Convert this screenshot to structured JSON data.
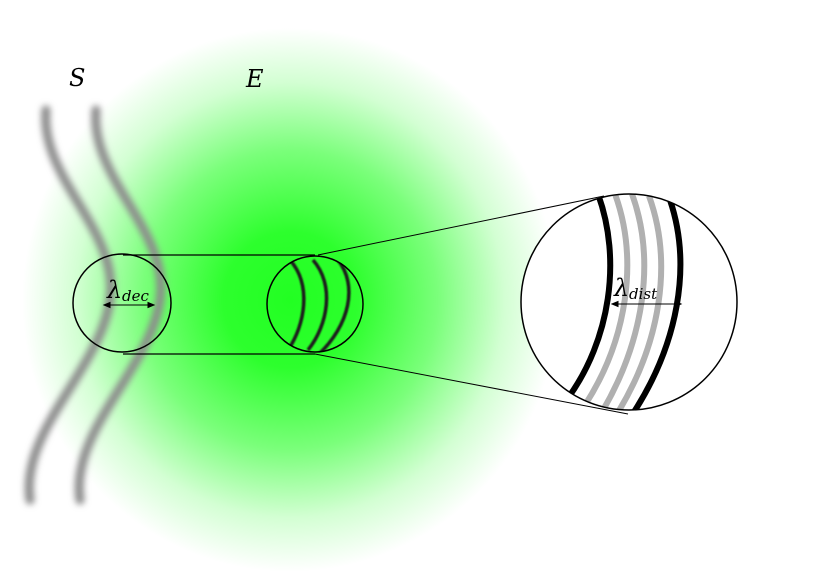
{
  "labels": {
    "source": "S",
    "source_field": "E",
    "lambda_symbol": "λ",
    "lambda_dec_subscript": "dec",
    "lambda_dist_subscript": "dist"
  },
  "colors": {
    "field": "#22ff22",
    "blurred_wave": "#8c8c8c",
    "stroke": "#000000",
    "fringe_dark": "#000000",
    "fringe_light": "#b0b0b0",
    "background": "#ffffff"
  }
}
